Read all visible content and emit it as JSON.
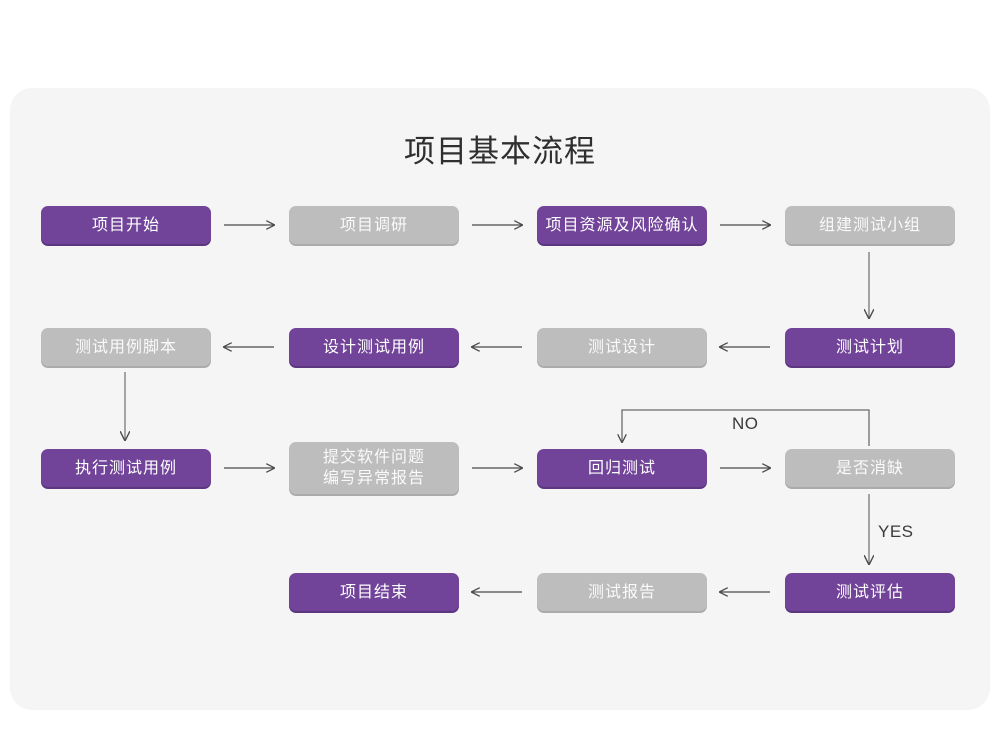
{
  "page": {
    "background": "#ffffff",
    "card_background": "#f5f5f5"
  },
  "diagram": {
    "title": "项目基本流程",
    "colors": {
      "purple": "#71449a",
      "purple_shadow": "#5d3680",
      "gray": "#bdbdbd",
      "gray_shadow": "#ababab",
      "arrow": "#4a4a4a",
      "text_on_node": "#ffffff",
      "title_color": "#2f2f2f"
    },
    "nodes": [
      {
        "id": "n1",
        "label": "项目开始",
        "style": "purple",
        "row": 1
      },
      {
        "id": "n2",
        "label": "项目调研",
        "style": "gray",
        "row": 1
      },
      {
        "id": "n3",
        "label": "项目资源及风险确认",
        "style": "purple",
        "row": 1
      },
      {
        "id": "n4",
        "label": "组建测试小组",
        "style": "gray",
        "row": 1
      },
      {
        "id": "n5",
        "label": "测试用例脚本",
        "style": "gray",
        "row": 2
      },
      {
        "id": "n6",
        "label": "设计测试用例",
        "style": "purple",
        "row": 2
      },
      {
        "id": "n7",
        "label": "测试设计",
        "style": "gray",
        "row": 2
      },
      {
        "id": "n8",
        "label": "测试计划",
        "style": "purple",
        "row": 2
      },
      {
        "id": "n9",
        "label": "执行测试用例",
        "style": "purple",
        "row": 3
      },
      {
        "id": "n10",
        "label": "提交软件问题\n编写异常报告",
        "style": "gray",
        "row": 3
      },
      {
        "id": "n11",
        "label": "回归测试",
        "style": "purple",
        "row": 3
      },
      {
        "id": "n12",
        "label": "是否消缺",
        "style": "gray",
        "row": 3
      },
      {
        "id": "n13",
        "label": "项目结束",
        "style": "purple",
        "row": 4
      },
      {
        "id": "n14",
        "label": "测试报告",
        "style": "gray",
        "row": 4
      },
      {
        "id": "n15",
        "label": "测试评估",
        "style": "purple",
        "row": 4
      }
    ],
    "edge_labels": {
      "no": "NO",
      "yes": "YES"
    },
    "edges": [
      {
        "from": "n1",
        "to": "n2",
        "direction": "right"
      },
      {
        "from": "n2",
        "to": "n3",
        "direction": "right"
      },
      {
        "from": "n3",
        "to": "n4",
        "direction": "right"
      },
      {
        "from": "n4",
        "to": "n8",
        "direction": "down"
      },
      {
        "from": "n8",
        "to": "n7",
        "direction": "left"
      },
      {
        "from": "n7",
        "to": "n6",
        "direction": "left"
      },
      {
        "from": "n6",
        "to": "n5",
        "direction": "left"
      },
      {
        "from": "n5",
        "to": "n9",
        "direction": "down"
      },
      {
        "from": "n9",
        "to": "n10",
        "direction": "right"
      },
      {
        "from": "n10",
        "to": "n11",
        "direction": "right"
      },
      {
        "from": "n11",
        "to": "n12",
        "direction": "right"
      },
      {
        "from": "n12",
        "to": "n11",
        "direction": "loop-up",
        "label": "NO"
      },
      {
        "from": "n12",
        "to": "n15",
        "direction": "down",
        "label": "YES"
      },
      {
        "from": "n15",
        "to": "n14",
        "direction": "left"
      },
      {
        "from": "n14",
        "to": "n13",
        "direction": "left"
      }
    ]
  }
}
